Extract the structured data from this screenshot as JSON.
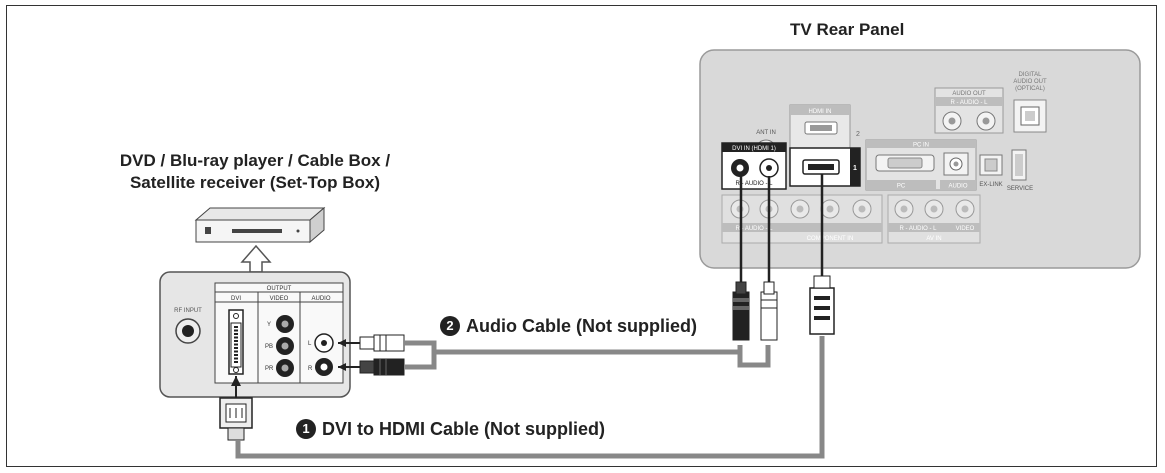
{
  "labels": {
    "tv_rear_panel": "TV Rear Panel",
    "source_line1": "DVD / Blu-ray player / Cable Box /",
    "source_line2": "Satellite receiver (Set-Top Box)",
    "audio_cable_num": "2",
    "audio_cable": "Audio Cable (Not supplied)",
    "dvi_cable_num": "1",
    "dvi_cable": "DVI to HDMI Cable (Not supplied)"
  },
  "tv_panel": {
    "ant_in": "ANT IN",
    "hdmi_in": "HDMI IN",
    "dvi_in": "DVI IN (HDMI 1)",
    "dvi_audio": "R - AUDIO - L",
    "pc_in": "PC IN",
    "pc": "PC",
    "audio": "AUDIO",
    "ex_link": "EX-LINK",
    "service": "SERVICE",
    "audio_out": "AUDIO OUT",
    "audio_out_rl": "R - AUDIO - L",
    "digital_audio_out_1": "DIGITAL",
    "digital_audio_out_2": "AUDIO OUT",
    "digital_audio_out_3": "(OPTICAL)",
    "comp_audio": "R - AUDIO - L",
    "component_in": "COMPONENT IN",
    "av_in_audio": "R - AUDIO - L",
    "video": "VIDEO",
    "av_in": "AV IN",
    "hdmi_port_2": "2",
    "hdmi_port_1": "1"
  },
  "source_panel": {
    "output": "OUTPUT",
    "dvi": "DVI",
    "video": "VIDEO",
    "audio": "AUDIO",
    "rf_input": "RF INPUT",
    "y": "Y",
    "pb": "PB",
    "pr": "PR",
    "l": "L",
    "r": "R"
  },
  "colors": {
    "panel_bg": "#d6d6d6",
    "cable": "#888888",
    "outline": "#222222"
  }
}
